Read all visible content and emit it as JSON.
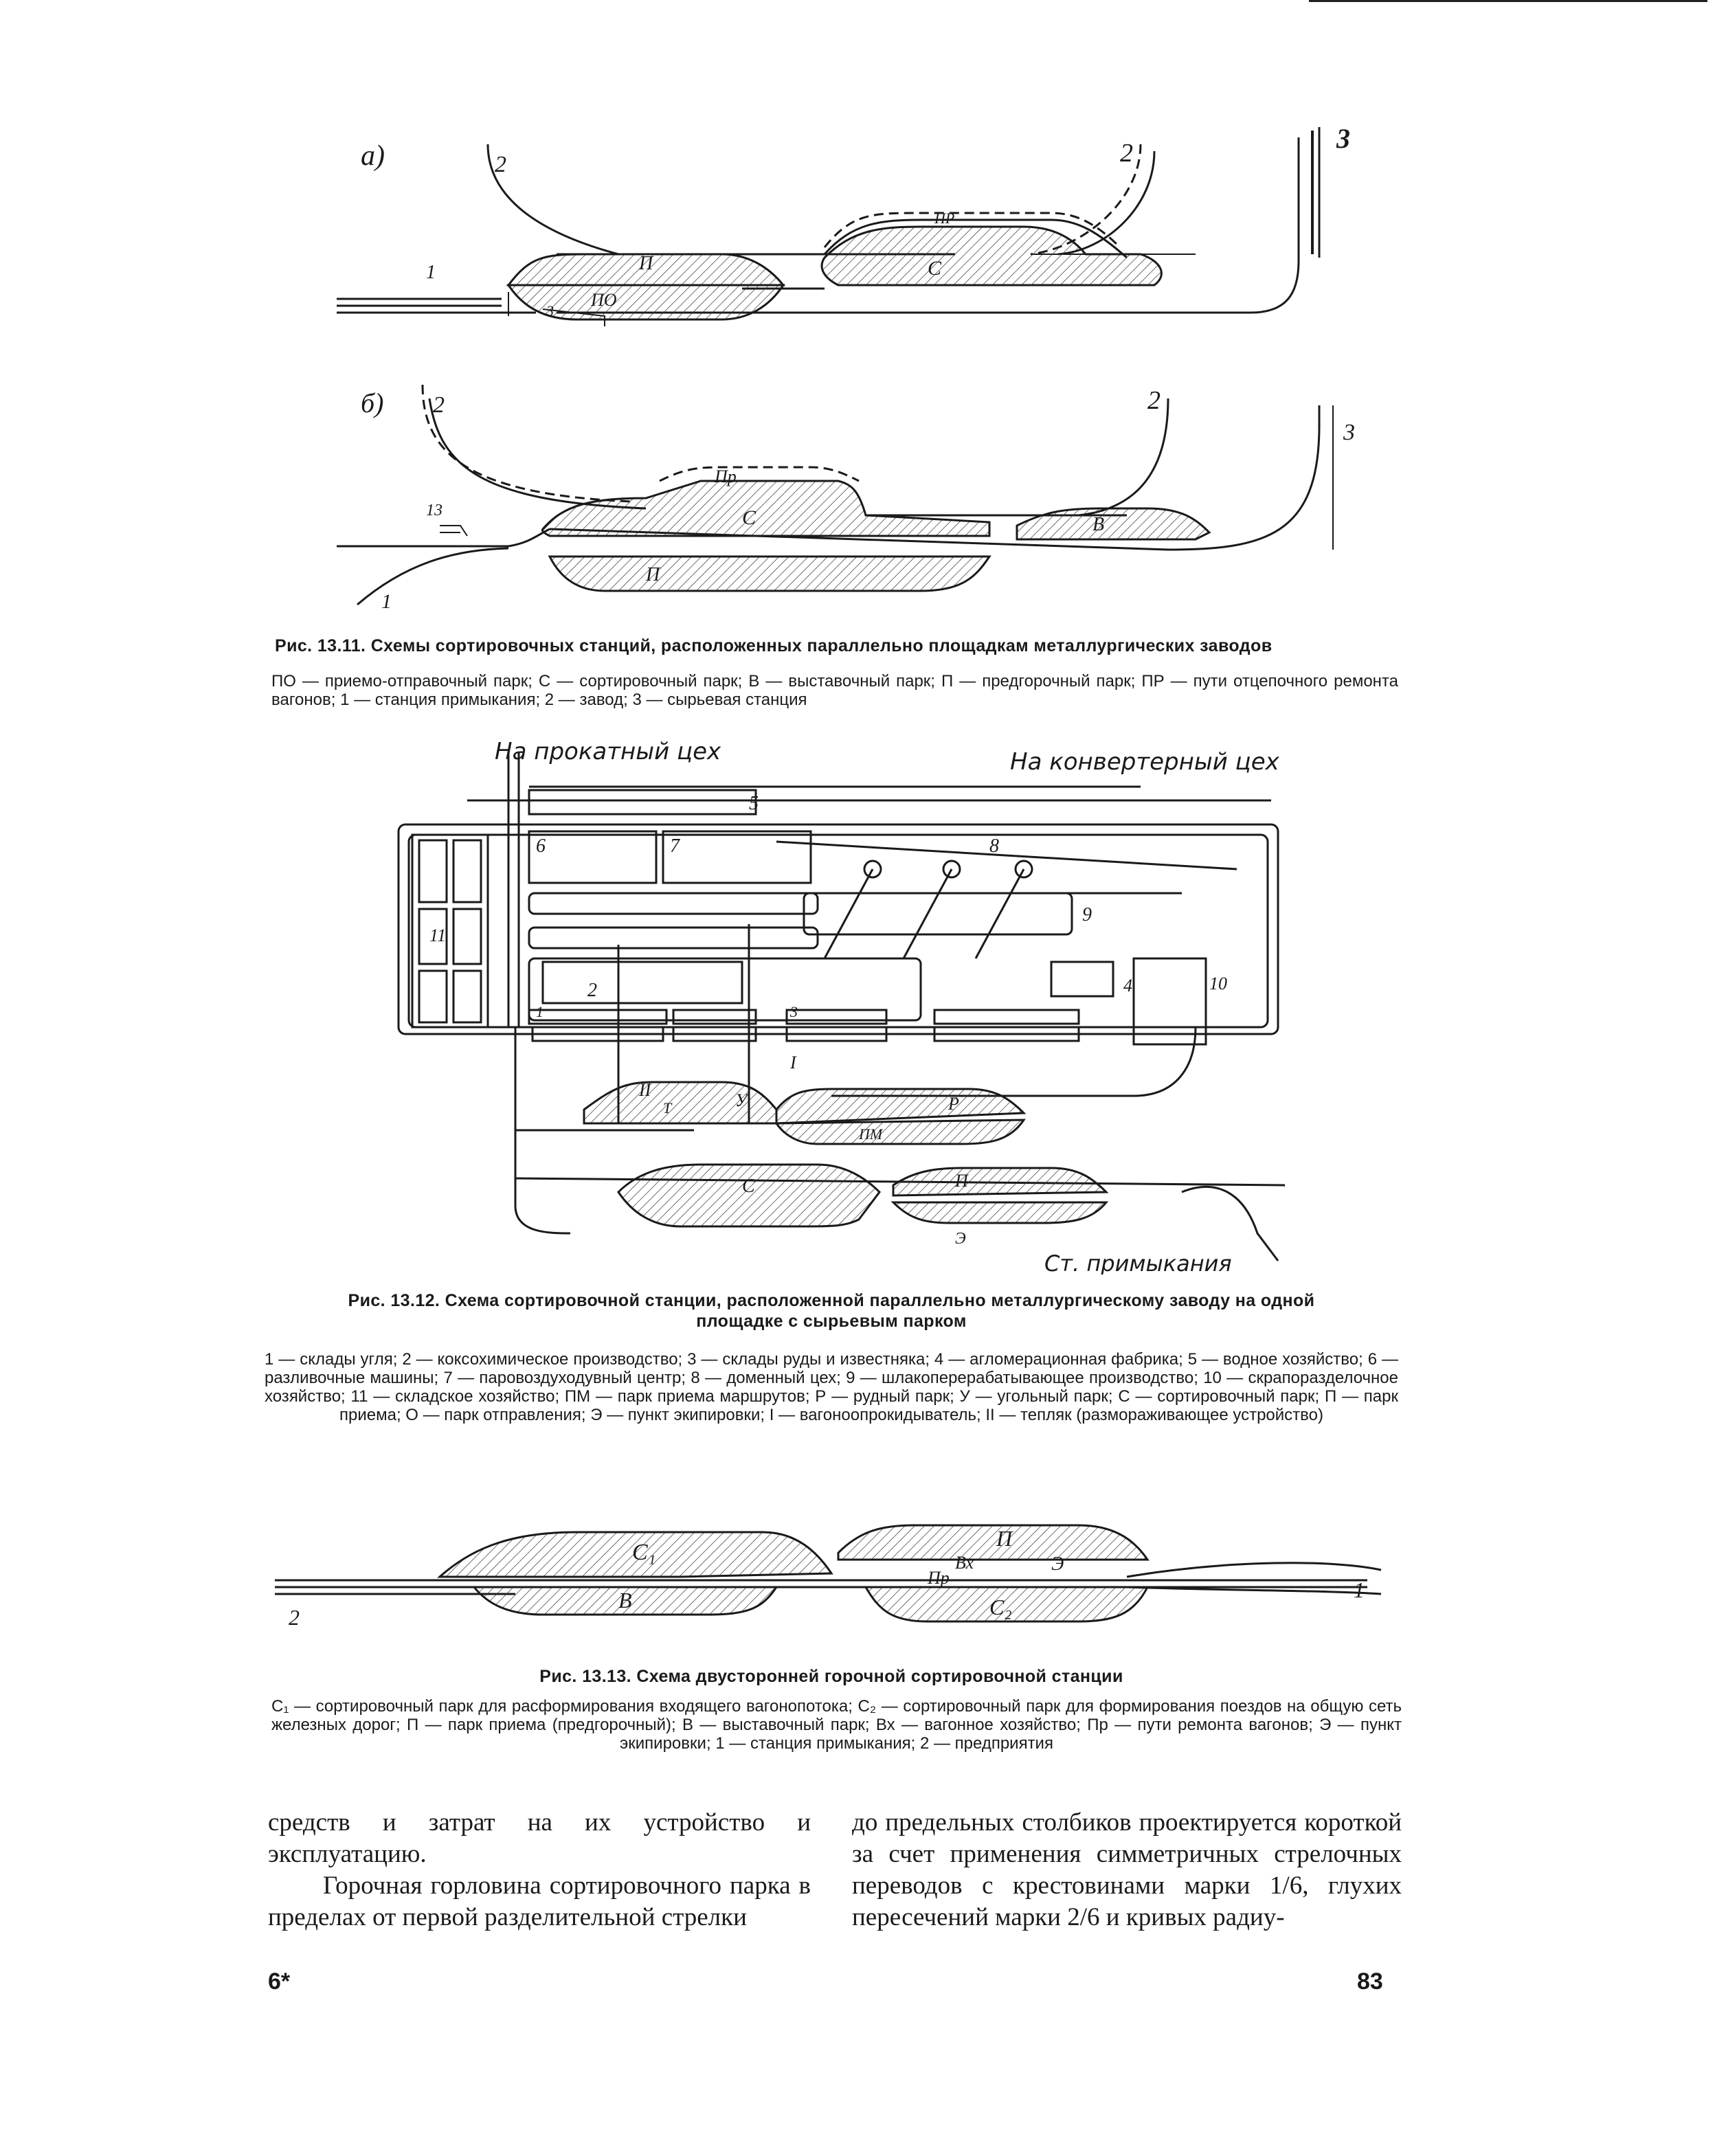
{
  "fig_13_11": {
    "panel_a": {
      "marker": "а)",
      "labels": {
        "n2_left": "2",
        "n2_right": "2",
        "n3": "3",
        "n1": "1",
        "n3_small": "3",
        "po": "ПО",
        "p": "П",
        "s": "С",
        "pr": "ПР"
      }
    },
    "panel_b": {
      "marker": "б)",
      "labels": {
        "n2_left": "2",
        "n2_right": "2",
        "n3": "3",
        "n1": "1",
        "n3_small": "13",
        "pr": "Пр",
        "s": "С",
        "v": "В",
        "p": "П"
      }
    },
    "caption_title": "Рис. 13.11. Схемы сортировочных станций, расположенных параллельно площадкам металлургических заводов",
    "caption_legend": "ПО — приемо-отправочный парк; С — сортировочный парк; В — выставочный парк; П — предгорочный парк; ПР — пути отцепочного ремонта вагонов; 1 — станция примыкания; 2 — завод; 3 — сырьевая станция"
  },
  "fig_13_12": {
    "labels": {
      "rolling_shop": "На прокатный цех",
      "converter_shop": "На конвертерный цех",
      "adj_station": "Ст. примыкания",
      "n1": "1",
      "n2": "2",
      "n3": "3",
      "n4": "4",
      "n5": "5",
      "n6": "6",
      "n7": "7",
      "n8": "8",
      "n9": "9",
      "n10": "10",
      "n11": "11",
      "roman1": "I",
      "roman2": "II",
      "u": "У",
      "p": "П",
      "r": "Р",
      "pm": "ПМ",
      "s": "С",
      "e": "Э",
      "t": "Т"
    },
    "caption_title_line1": "Рис. 13.12. Схема сортировочной станции, расположенной параллельно металлургическому заводу на одной",
    "caption_title_line2": "площадке с сырьевым парком",
    "caption_legend": "1 — склады угля; 2 — коксохимическое производство; 3 — склады руды и известняка; 4 — агломерационная фабрика; 5 — водное хозяйство; 6 — разливочные машины; 7 — паровоздуходувный центр; 8 — доменный цех; 9 — шлакоперерабатывающее производство; 10 — скрапоразделочное хозяйство; 11 — складское хозяйство; ПМ — парк приема маршрутов; Р — рудный парк; У — угольный парк; С — сортировочный парк; П — парк приема; О — парк отправления; Э — пункт экипировки; I — вагоноопрокидыватель; II — тепляк (размораживающее устройство)"
  },
  "fig_13_13": {
    "labels": {
      "c1": "С₁",
      "c2": "С₂",
      "v": "В",
      "p": "П",
      "vx": "Вх",
      "pr": "Пр",
      "e": "Э",
      "n1": "1",
      "n2": "2"
    },
    "caption_title": "Рис. 13.13. Схема двусторонней горочной сортировочной станции",
    "caption_legend": "С₁ — сортировочный парк для расформирования входящего вагонопотока; С₂ — сортировочный парк для формирования поездов на общую сеть железных дорог; П — парк приема (предгорочный); В — выставочный парк; Вх — вагонное хозяйство; Пр — пути ремонта вагонов; Э — пункт экипировки; 1 — станция примыкания; 2 — предприятия"
  },
  "body": {
    "left_col_p1": "средств и затрат на их устройство и эксплуатацию.",
    "left_col_p2": "Горочная горловина сортировочного парка в пределах от первой разделительной стрелки",
    "right_col": "до предельных столбиков проектируется короткой за счет применения симметричных стрелочных переводов с крестовинами марки 1/6, глухих пересечений марки 2/6 и кривых радиу-"
  },
  "page": {
    "signature": "6*",
    "number": "83"
  }
}
